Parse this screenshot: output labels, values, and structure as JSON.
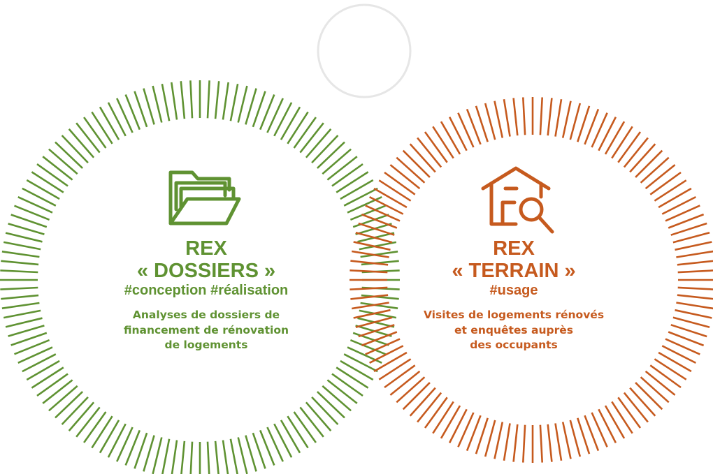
{
  "colors": {
    "green": "#5f9232",
    "orange": "#c65a1e",
    "top_circle": "#e6e6e6"
  },
  "left": {
    "icon": "open-folder-icon",
    "title_line1": "REX",
    "title_line2": "« DOSSIERS »",
    "tags": "#conception #réalisation",
    "description": [
      "Analyses de dossiers de",
      "financement de rénovation",
      "de logements"
    ]
  },
  "right": {
    "icon": "house-magnifier-icon",
    "title_line1": "REX",
    "title_line2": "« TERRAIN »",
    "tags": "#usage",
    "description": [
      "Visites de logements rénovés",
      "et enquêtes auprès",
      "des occupants"
    ]
  }
}
